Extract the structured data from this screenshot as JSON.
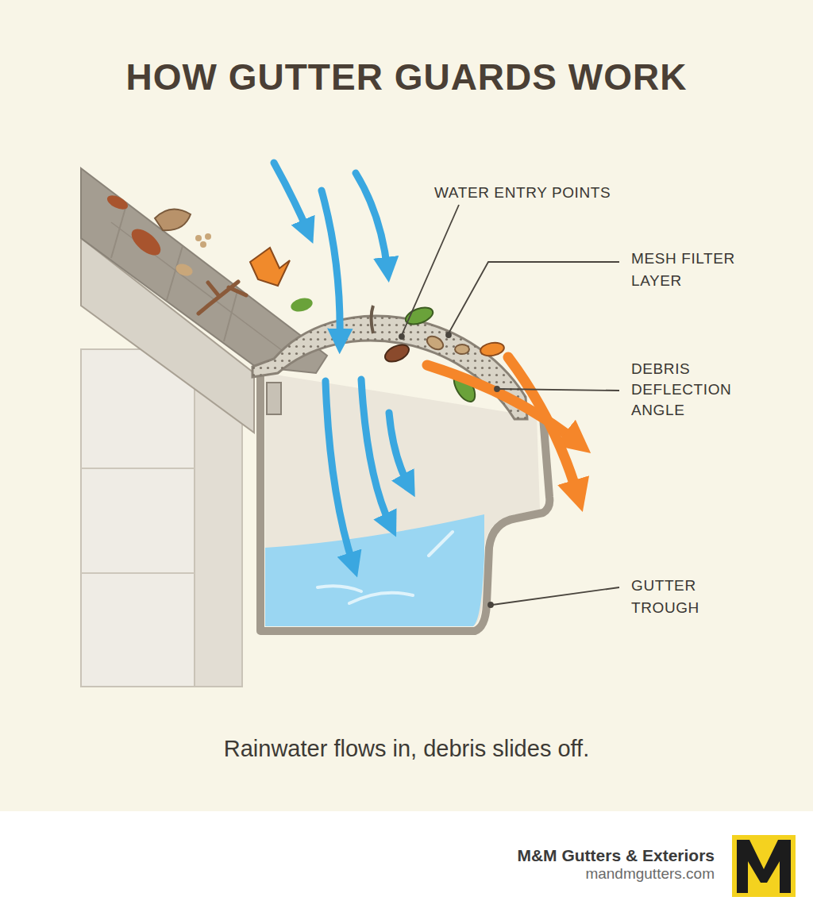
{
  "diagram": {
    "title": "HOW GUTTER GUARDS WORK",
    "caption": "Rainwater flows in, debris slides off.",
    "labels": [
      "WATER ENTRY POINTS",
      "MESH FILTER LAYER",
      "DEBRIS DEFLECTION ANGLE",
      "GUTTER TROUGH",
      "M&M Gutters & Exteriors",
      "mandmgutters.com"
    ]
  }
}
